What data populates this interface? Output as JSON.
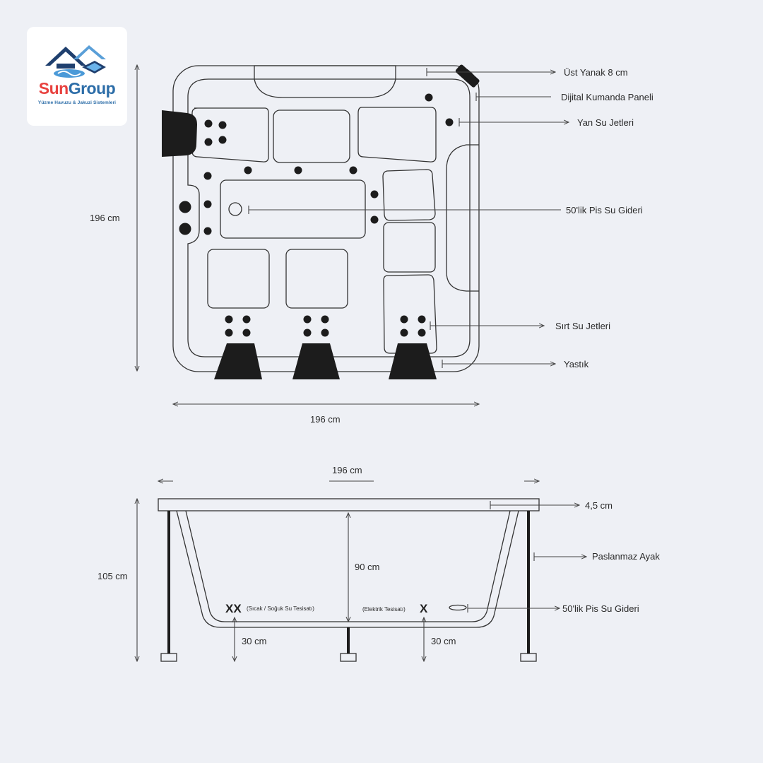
{
  "logo": {
    "name_part1": "Sun",
    "name_part2": "Group",
    "tagline": "Yüzme Havuzu & Jakuzi Sistemleri",
    "color_primary": "#e8423f",
    "color_secondary": "#2c6da8",
    "icon": "house-pool-icon"
  },
  "top_view": {
    "dimension_height": "196 cm",
    "dimension_width": "196 cm",
    "callouts": [
      "Üst Yanak 8 cm",
      "Dijital Kumanda Paneli",
      "Yan Su Jetleri",
      "50'lik Pis Su Gideri",
      "Sırt Su Jetleri",
      "Yastık"
    ]
  },
  "side_view": {
    "dimension_width": "196 cm",
    "dimension_height": "105 cm",
    "inner_depth": "90 cm",
    "leg_height_left": "30 cm",
    "leg_height_right": "30 cm",
    "marker_left": "XX",
    "marker_left_note": "(Sıcak / Soğuk Su Tesisatı)",
    "marker_right": "X",
    "marker_right_note": "(Elektrik Tesisatı)",
    "callouts": [
      "4,5 cm",
      "Paslanmaz Ayak",
      "50'lik Pis Su Gideri"
    ]
  }
}
